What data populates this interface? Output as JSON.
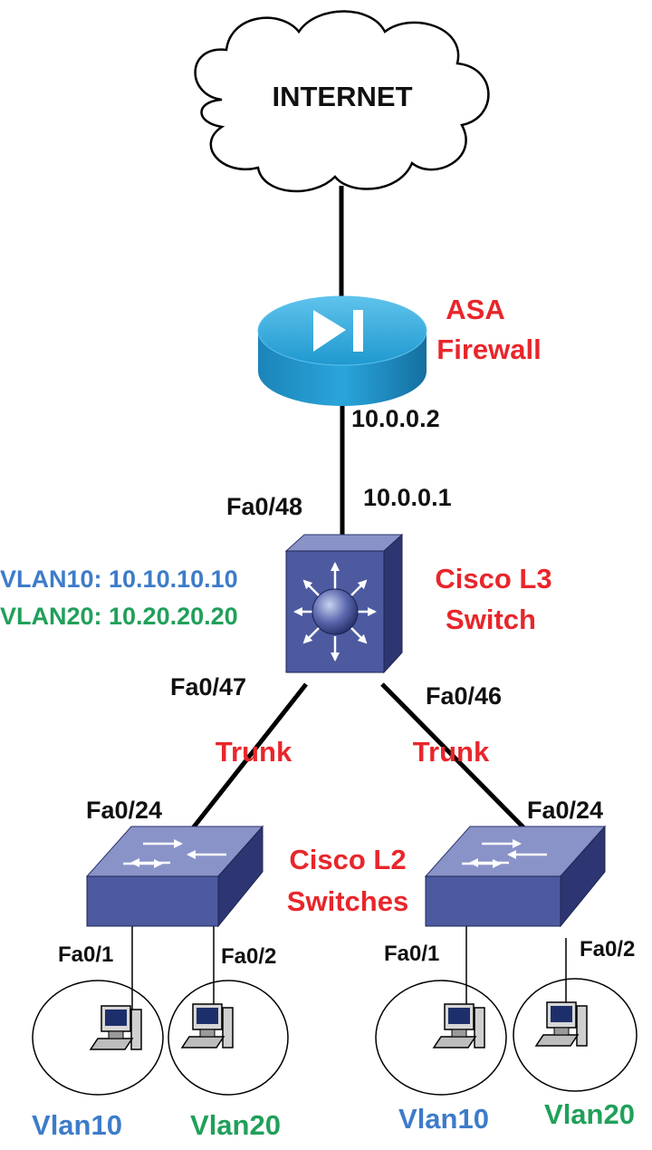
{
  "internet": {
    "label": "INTERNET"
  },
  "firewall": {
    "title_line1": "ASA",
    "title_line2": "Firewall",
    "ip": "10.0.0.2"
  },
  "l3_switch": {
    "title_line1": "Cisco L3",
    "title_line2": "Switch",
    "uplink_port": "Fa0/48",
    "uplink_ip": "10.0.0.1",
    "vlan10_ip": "VLAN10: 10.10.10.10",
    "vlan20_ip": "VLAN20: 10.20.20.20",
    "port_left": "Fa0/47",
    "port_right": "Fa0/46"
  },
  "trunks": {
    "left": "Trunk",
    "right": "Trunk"
  },
  "l2_switches": {
    "title_line1": "Cisco L2",
    "title_line2": "Switches",
    "left": {
      "uplink_port": "Fa0/24",
      "port1": "Fa0/1",
      "port2": "Fa0/2"
    },
    "right": {
      "uplink_port": "Fa0/24",
      "port1": "Fa0/1",
      "port2": "Fa0/2"
    }
  },
  "hosts": {
    "left_vlan10": "Vlan10",
    "left_vlan20": "Vlan20",
    "right_vlan10": "Vlan10",
    "right_vlan20": "Vlan20"
  },
  "colors": {
    "red": "#e8262b",
    "vlan10_blue": "#3d7cc9",
    "vlan20_green": "#20a05a",
    "switch_face": "#4d5aa0",
    "firewall_blue": "#1a8fc6"
  },
  "icons": {
    "internet": "cloud-icon",
    "firewall": "firewall-icon",
    "l3_switch": "multilayer-switch-icon",
    "l2_switch": "switch-icon",
    "host": "workstation-icon"
  }
}
